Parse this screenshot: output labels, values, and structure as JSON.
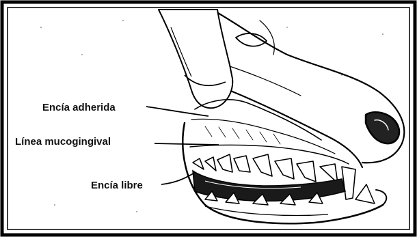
{
  "figure": {
    "labels": {
      "attached_gingiva": "Encía adherida",
      "mucogingival_line": "Línea mucogingival",
      "free_gingiva": "Encía libre"
    }
  }
}
